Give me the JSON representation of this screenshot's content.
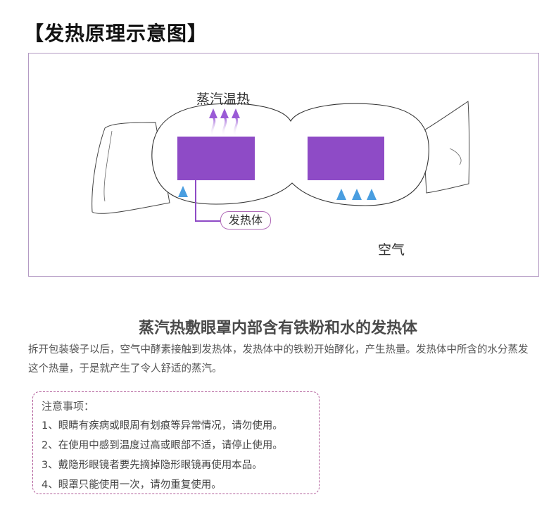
{
  "title": "【发热原理示意图】",
  "diagram": {
    "steam_label": "蒸汽温热",
    "heater_label": "发热体",
    "air_label": "空气",
    "colors": {
      "heater": "#8e4bc6",
      "air_arrow": "#4a9ee0",
      "steam_arrow": "#a16ad8",
      "frame": "#b49bc4"
    }
  },
  "headline": "蒸汽热敷眼罩内部含有铁粉和水的发热体",
  "description": "拆开包装袋子以后，空气中酵素接触到发热体，发热体中的铁粉开始酵化，产生热量。发热体中所含的水分蒸发这个热量，于是就产生了令人舒适的蒸汽。",
  "notice": {
    "title": "注意事项：",
    "items": [
      "1、眼睛有疾病或眼周有划痕等异常情况，请勿使用。",
      "2、在使用中感到温度过高或眼部不适，请停止使用。",
      "3、戴隐形眼镜者要先摘掉隐形眼镜再使用本品。",
      "4、眼罩只能使用一次，请勿重复使用。"
    ]
  }
}
